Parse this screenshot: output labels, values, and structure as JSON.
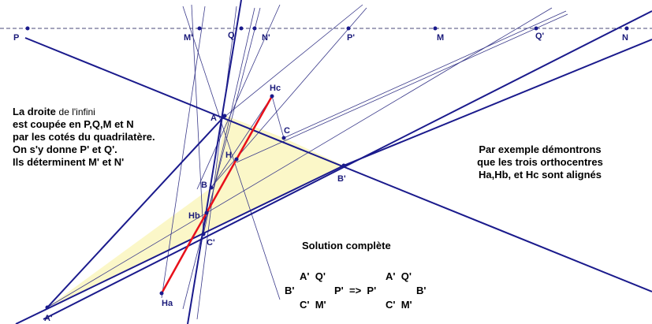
{
  "labels": {
    "P": "P",
    "Mp": "M'",
    "Q": "Q",
    "Np": "N'",
    "Pp": "P'",
    "M": "M",
    "Qp": "Q'",
    "N": "N",
    "Hc": "Hc",
    "A": "A",
    "C": "C",
    "H": "H",
    "Bp": "B'",
    "B": "B",
    "Hb": "Hb",
    "Cp": "C'",
    "Ha": "Ha",
    "Ap": "A'"
  },
  "left_text": {
    "line1_a": "La droite",
    "line1_b": "de l'infini",
    "line2": "est coupée en P,Q,M et N",
    "line3": "par les cotés du quadrilatère.",
    "line4": "On s'y donne P' et Q'.",
    "line5": "Ils déterminent M' et N'"
  },
  "right_text": {
    "line1": "Par exemple démontrons",
    "line2": "que les trois orthocentres",
    "line3": "Ha,Hb, et Hc sont alignés"
  },
  "solution": {
    "title": "Solution complète",
    "row1_left": "A'  Q'",
    "row2_left": "B'",
    "row2_mid": "P'  =>  P'",
    "row1_right": "A'  Q'",
    "row2_right": "B'",
    "row3_left": "C'  M'",
    "row3_right": "C'  M'"
  },
  "colors": {
    "main_lines": "#1a1a8c",
    "thin_lines": "#3a3a8a",
    "triangle_fill": "#fbf7c8",
    "ortho_line": "#e8101a",
    "infinity_line": "#4a4a7a"
  }
}
